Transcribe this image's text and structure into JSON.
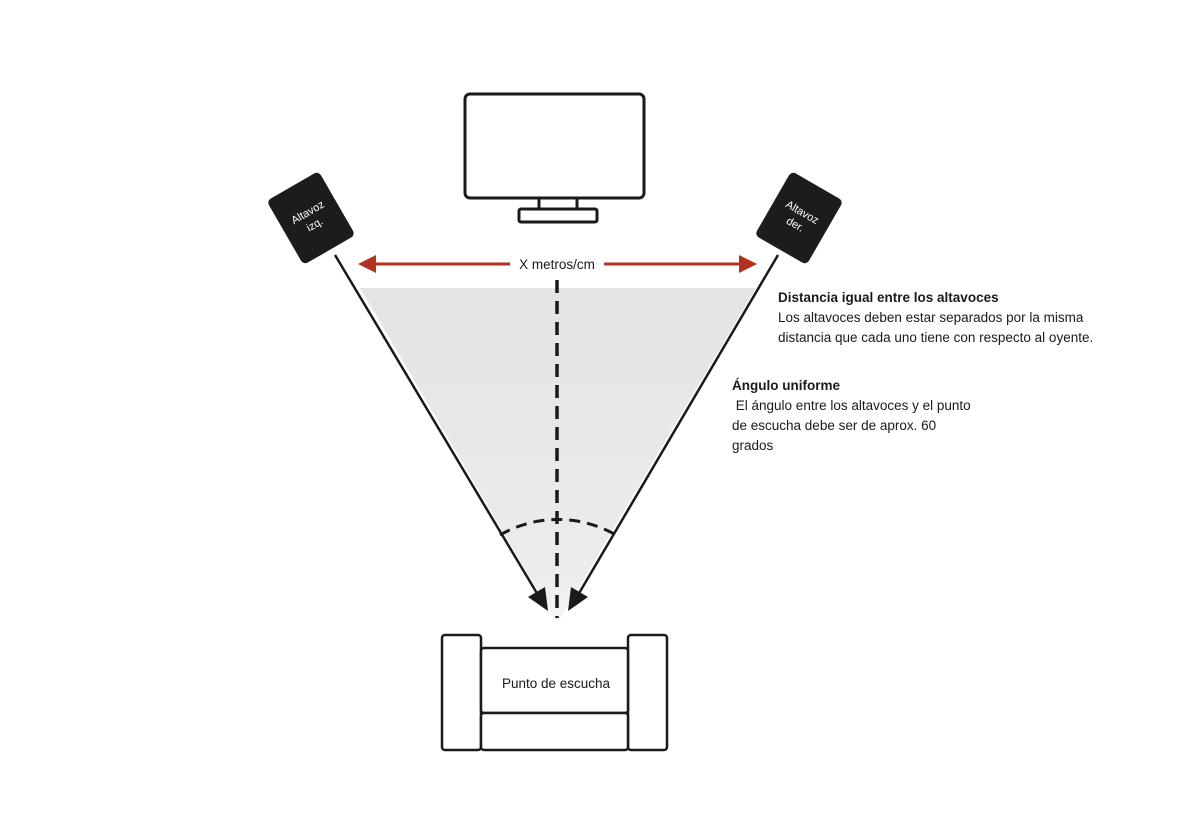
{
  "speakers": {
    "left_label_line1": "Altavoz",
    "left_label_line2": "izq.",
    "right_label_line1": "Altavoz",
    "right_label_line2": "der."
  },
  "distance_label": "X metros/cm",
  "listening_point_label": "Punto de escucha",
  "notes": {
    "distance": {
      "title": "Distancia igual entre los altavoces",
      "body": "Los altavoces deben estar separados por la misma\ndistancia que cada uno tiene con respecto al oyente."
    },
    "angle": {
      "title": "Ángulo uniforme",
      "body": " El ángulo entre los altavoces y el punto\nde escucha debe ser de aprox. 60\ngrados"
    }
  },
  "colors": {
    "arrow": "#b0321f",
    "line": "#1a1a1a",
    "speaker_fill": "#1c1c1c",
    "zone_fill": "#e6e6e6"
  }
}
